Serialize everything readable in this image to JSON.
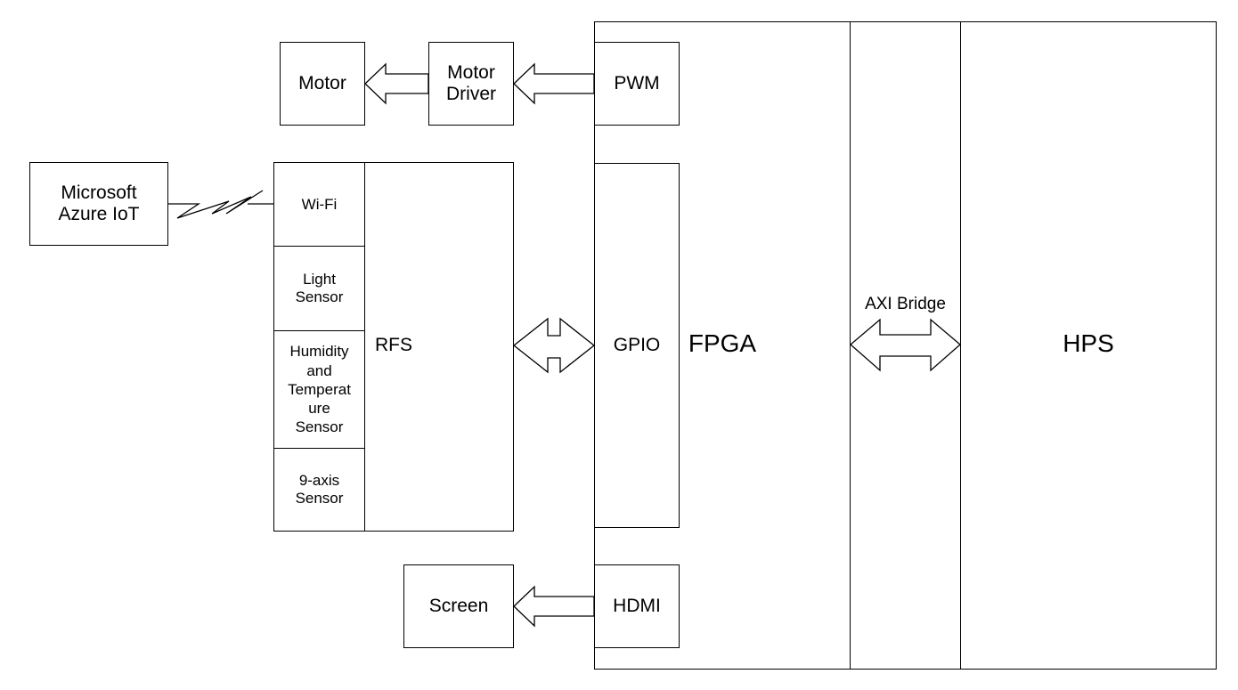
{
  "blocks": {
    "motor": "Motor",
    "motor_driver": "Motor\nDriver",
    "pwm": "PWM",
    "azure": "Microsoft\nAzure IoT",
    "wifi": "Wi-Fi",
    "light_sensor": "Light\nSensor",
    "humidity_sensor": "Humidity\nand\nTemperat\nure\nSensor",
    "nine_axis_sensor": "9-axis\nSensor",
    "rfs": "RFS",
    "gpio": "GPIO",
    "fpga": "FPGA",
    "axi_bridge": "AXI Bridge",
    "hps": "HPS",
    "screen": "Screen",
    "hdmi": "HDMI"
  }
}
